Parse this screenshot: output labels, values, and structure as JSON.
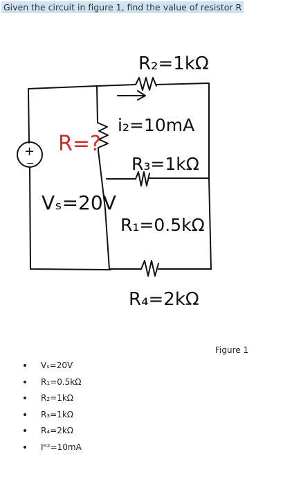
{
  "question": "Given the circuit in figure 1, find the value of resistor R",
  "diagram": {
    "labels": {
      "r2": "R₂=1kΩ",
      "ir2": "i₂=10mA",
      "r": "R=?",
      "r3": "R₃=1kΩ",
      "vs": "Vₛ=20V",
      "r1": "R₁=0.5kΩ",
      "r4": "R₄=2kΩ",
      "plus": "+",
      "minus": "−"
    }
  },
  "figure_caption": "Figure 1",
  "given_values": [
    "Vₛ=20V",
    "R₁=0.5kΩ",
    "R₂=1kΩ",
    "R₃=1kΩ",
    "R₄=2kΩ",
    "Iᴿ²=10mA"
  ]
}
